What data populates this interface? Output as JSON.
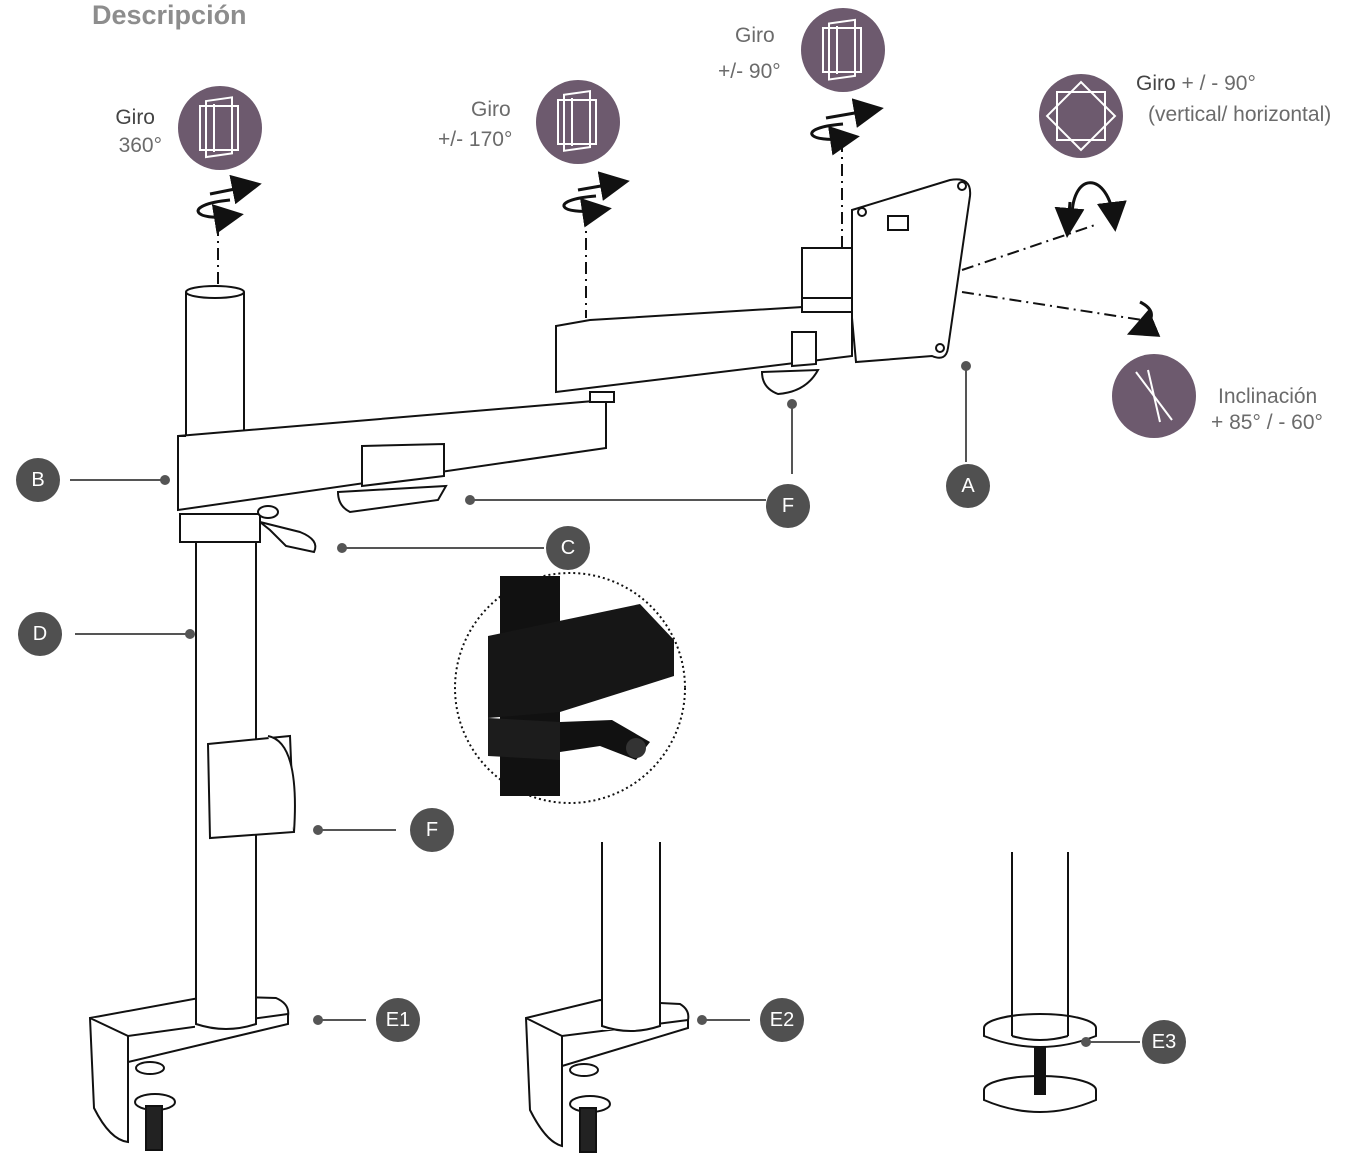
{
  "title": "Descripción",
  "rotations": {
    "pole": {
      "label": "Giro",
      "value": "360°"
    },
    "arm1": {
      "label": "Giro",
      "value": "+/- 170°"
    },
    "arm2": {
      "label": "Giro",
      "value": "+/- 90°"
    },
    "rotate": {
      "label": "Giro",
      "value": "+ / - 90°",
      "note": "(vertical/ horizontal)"
    },
    "tilt": {
      "label": "Inclinación",
      "value": "+ 85° / - 60°"
    }
  },
  "parts": {
    "a": "A",
    "b": "B",
    "c": "C",
    "d": "D",
    "f_arm": "F",
    "f_head": "F",
    "f_pole": "F",
    "e1": "E1",
    "e2": "E2",
    "e3": "E3"
  },
  "colors": {
    "icon_fill": "#6d5a6e",
    "badge_fill": "#505050",
    "line": "#333333"
  }
}
